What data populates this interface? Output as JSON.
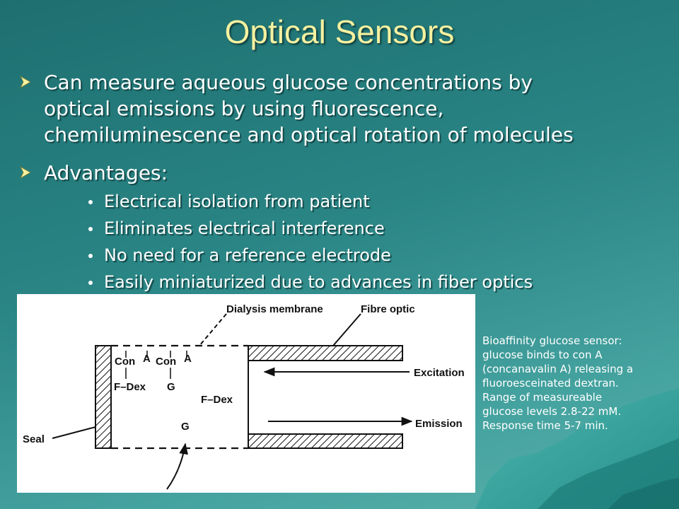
{
  "slide": {
    "title": "Optical Sensors",
    "bullets": [
      {
        "lines": [
          "Can measure aqueous glucose concentrations by",
          "optical emissions by using fluorescence,",
          "chemiluminescence and optical rotation of molecules"
        ]
      },
      {
        "lines": [
          "Advantages:"
        ],
        "subbullets": [
          "Electrical isolation from patient",
          "Eliminates electrical interference",
          "No need for a reference electrode",
          "Easily miniaturized due to advances in fiber optics"
        ]
      }
    ]
  },
  "figure": {
    "labels": {
      "dialysis_membrane": "Dialysis membrane",
      "fibre_optic": "Fibre optic",
      "con_a_1": "Con",
      "a_1": "A",
      "con_a_2": "Con",
      "a_2": "A",
      "f_dex_bound": "F–Dex",
      "g_bound": "G",
      "f_dex_free": "F–Dex",
      "g_free": "G",
      "excitation": "Excitation",
      "emission": "Emission",
      "seal": "Seal"
    }
  },
  "caption": {
    "lines": [
      "Bioaffinity glucose sensor:",
      "glucose binds to con A",
      "(concanavalin A) releasing a",
      "fluoroesceinated dextran.",
      "Range of measureable",
      "glucose levels 2.8-22 mM.",
      "Response time 5-7 min."
    ]
  },
  "colors": {
    "title": "#f5f1a0",
    "text": "#ffffff",
    "background": "#2a8585"
  }
}
